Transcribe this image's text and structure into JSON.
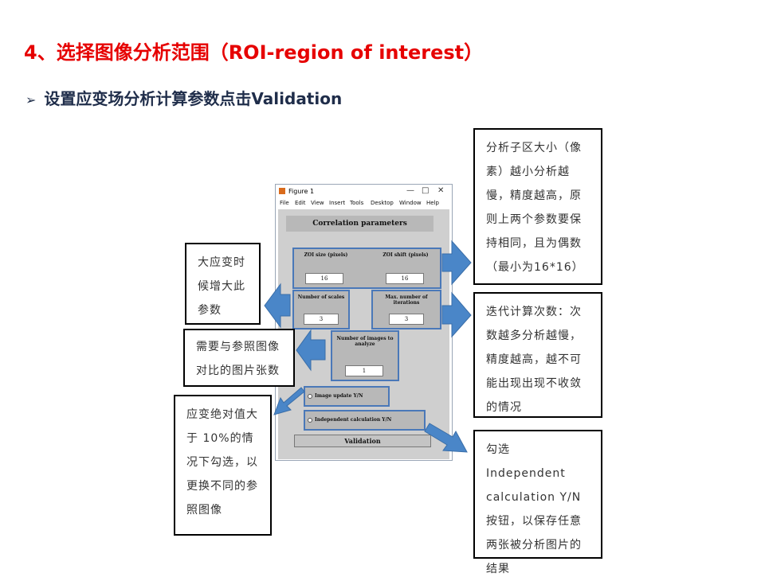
{
  "slide": {
    "title": "4、选择图像分析范围（ROI-region of interest）",
    "bullet_glyph": "➢",
    "subtitle": "设置应变场分析计算参数点击Validation"
  },
  "figure_window": {
    "title": "Figure 1",
    "controls": {
      "minimize": "—",
      "maximize": "□",
      "close": "✕"
    },
    "menu": [
      "File",
      "Edit",
      "View",
      "Insert",
      "Tools",
      "Desktop",
      "Window",
      "Help"
    ],
    "panel_title": "Correlation parameters",
    "zoi_size": {
      "label": "ZOI size (pixels)",
      "value": "16"
    },
    "zoi_shift": {
      "label": "ZOI shift (pixels)",
      "value": "16"
    },
    "num_scales": {
      "label": "Number of scales",
      "value": "3"
    },
    "max_iterations": {
      "label": "Max. number of iterations",
      "value": "3"
    },
    "num_images": {
      "label": "Number of images to analyze",
      "value": "1"
    },
    "image_update": {
      "label": "Image update Y/N"
    },
    "independent_calc": {
      "label": "Independent calculation Y/N"
    },
    "validation_label": "Validation"
  },
  "callouts": {
    "zoi_note": "分析子区大小（像素）越小分析越慢，精度越高，原则上两个参数要保持相同，且为偶数（最小为16*16）",
    "scales_note": "大应变时候增大此参数",
    "iterations_note": "迭代计算次数：次数越多分析越慢，精度越高，越不可能出现出现不收敛的情况",
    "images_note": "需要与参照图像对比的图片张数",
    "update_note": "应变绝对值大于 10%的情况下勾选，以更换不同的参照图像",
    "independent_note": "勾选 Independent calculation Y/N 按钮，以保存任意两张被分析图片的结果"
  },
  "colors": {
    "title_red": "#e60000",
    "subtitle_navy": "#1f2d4a",
    "arrow_blue": "#4a86c8",
    "arrow_edge": "#3a6ea8"
  }
}
